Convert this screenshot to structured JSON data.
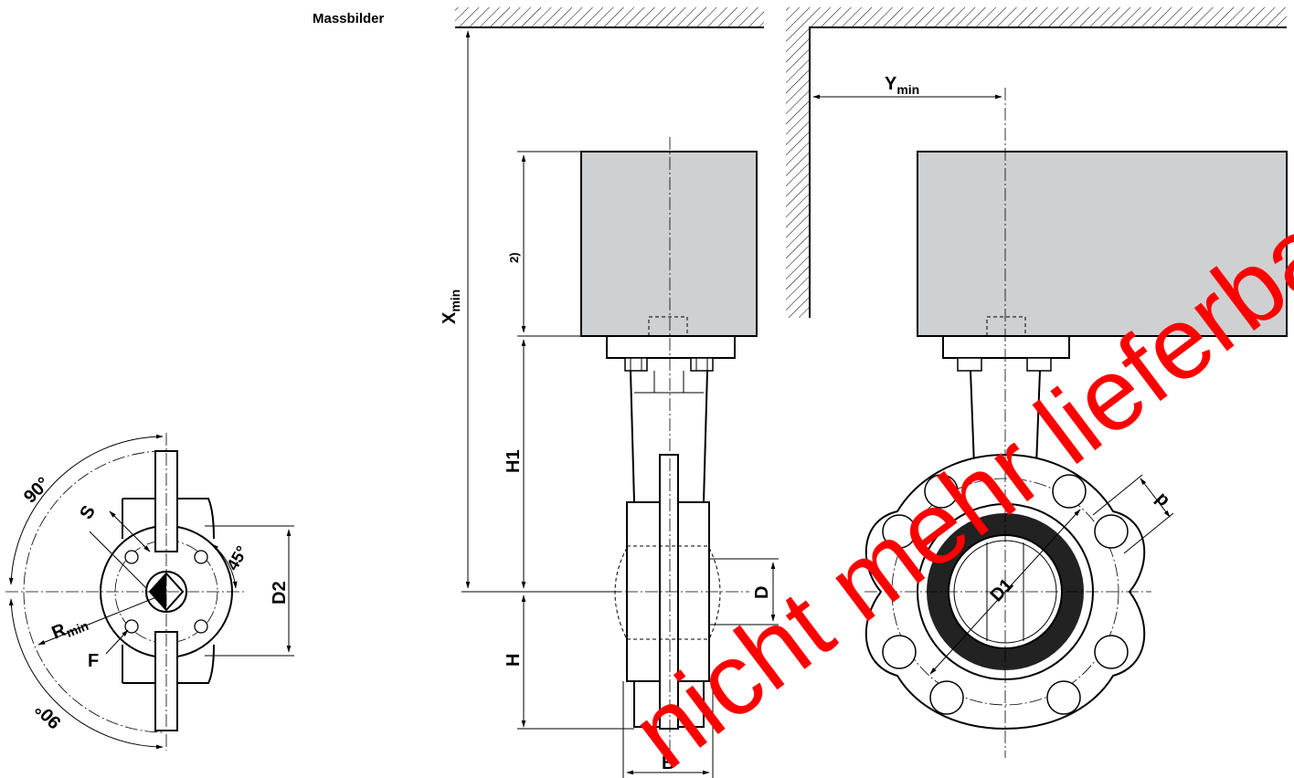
{
  "section_title": "Massbilder",
  "labels": {
    "x_min_main": "X",
    "x_min_sub": "min",
    "y_min_main": "Y",
    "y_min_sub": "min",
    "note_2": "2)",
    "h1": "H1",
    "h": "H",
    "d": "D",
    "b": "B",
    "d1": "D1",
    "d_small": "d",
    "d2": "D2",
    "s": "S",
    "f": "F",
    "r_min_main": "R",
    "r_min_sub": "min",
    "angle_45": "45°",
    "angle_90_top": "90°",
    "angle_90_bottom": "90°"
  },
  "watermark": "nicht mehr lieferbar",
  "colors": {
    "actuator_fill": "#cfd0d2",
    "watermark": "#ff0000",
    "liner": "#222222"
  }
}
